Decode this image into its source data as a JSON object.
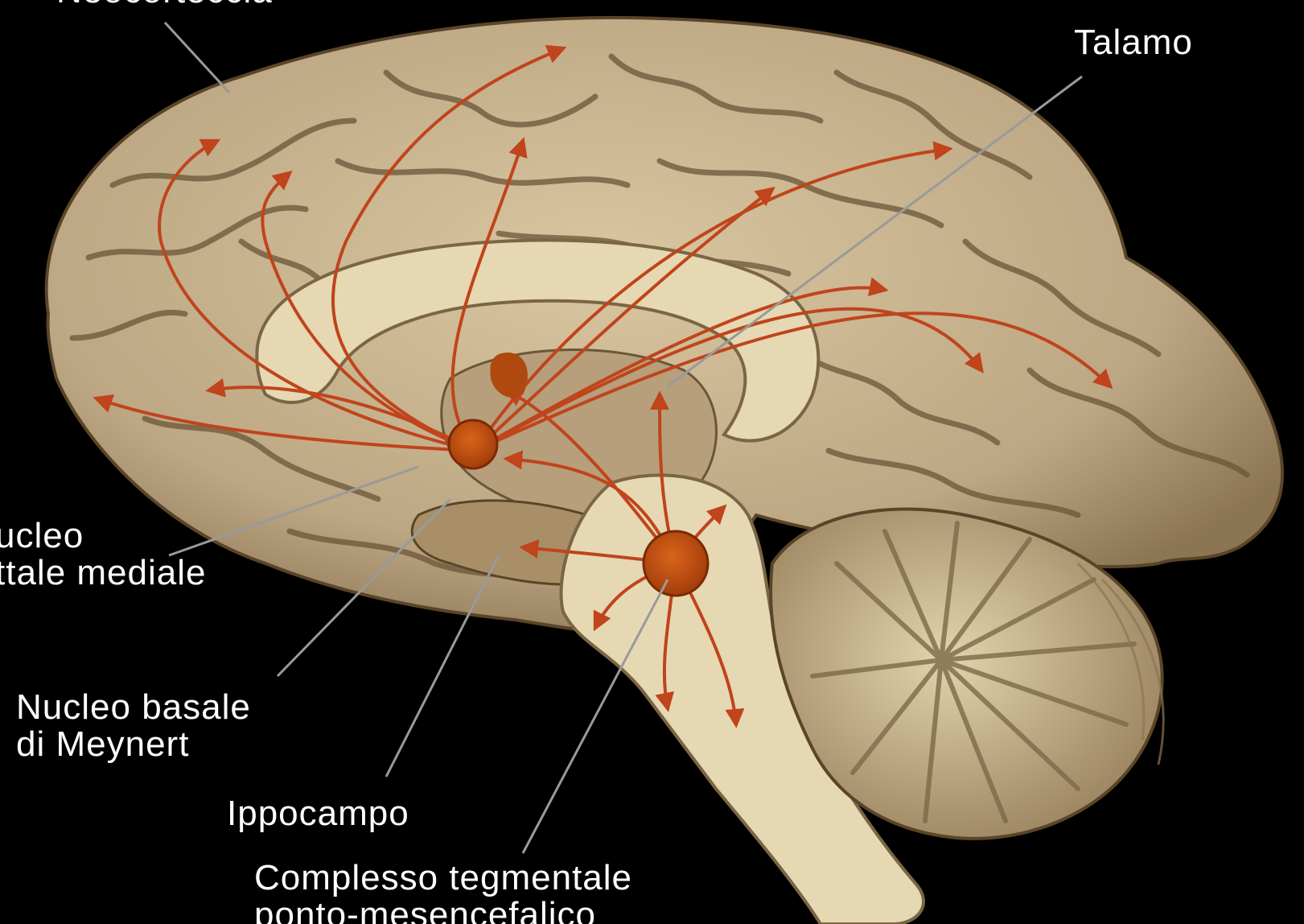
{
  "labels": {
    "top": "Neocorteccia",
    "talamo": "Talamo",
    "setto": [
      "ucleo",
      "ttale mediale"
    ],
    "basale": [
      "Nucleo basale",
      "di Meynert"
    ],
    "ippocampo": "Ippocampo",
    "tegmentale": [
      "Complesso tegmentale",
      "ponto-mesencefalico"
    ]
  },
  "colors": {
    "background": "#000000",
    "cortex": "#c9b48f",
    "sulcus": "#6a5638",
    "white_matter": "#e6d8b2",
    "pathway": "#c0441c",
    "nucleus": "#c2520f",
    "leader_line": "#9a9a9a",
    "label_text": "#ffffff"
  }
}
